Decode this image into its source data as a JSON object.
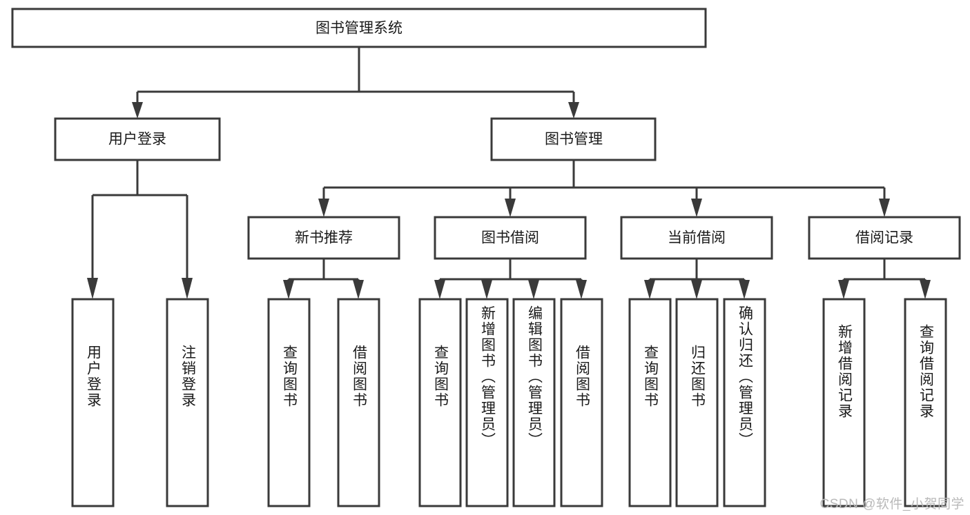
{
  "diagram": {
    "type": "tree",
    "title": "图书管理系统",
    "watermark": "CSDN @软件_小贺同学",
    "colors": {
      "box_stroke": "#3a3a3a",
      "box_fill": "#ffffff",
      "text": "#1a1a1a",
      "connector": "#3a3a3a",
      "watermark": "#b9b9b9",
      "background": "#ffffff"
    },
    "levels": {
      "root": {
        "label": "图书管理系统"
      },
      "level2": [
        {
          "label": "用户登录"
        },
        {
          "label": "图书管理"
        }
      ],
      "level3": [
        {
          "label": "新书推荐"
        },
        {
          "label": "图书借阅"
        },
        {
          "label": "当前借阅"
        },
        {
          "label": "借阅记录"
        }
      ],
      "leaves": {
        "user_login": [
          {
            "label": "用户登录"
          },
          {
            "label": "注销登录"
          }
        ],
        "new_book": [
          {
            "label": "查询图书"
          },
          {
            "label": "借阅图书"
          }
        ],
        "book_borrow": [
          {
            "label": "查询图书"
          },
          {
            "label": "新增图书（管理员）"
          },
          {
            "label": "编辑图书（管理员）"
          },
          {
            "label": "借阅图书"
          }
        ],
        "current_borrow": [
          {
            "label": "查询图书"
          },
          {
            "label": "归还图书"
          },
          {
            "label": "确认归还（管理员）"
          }
        ],
        "borrow_record": [
          {
            "label": "新增借阅记录"
          },
          {
            "label": "查询借阅记录"
          }
        ]
      }
    }
  }
}
